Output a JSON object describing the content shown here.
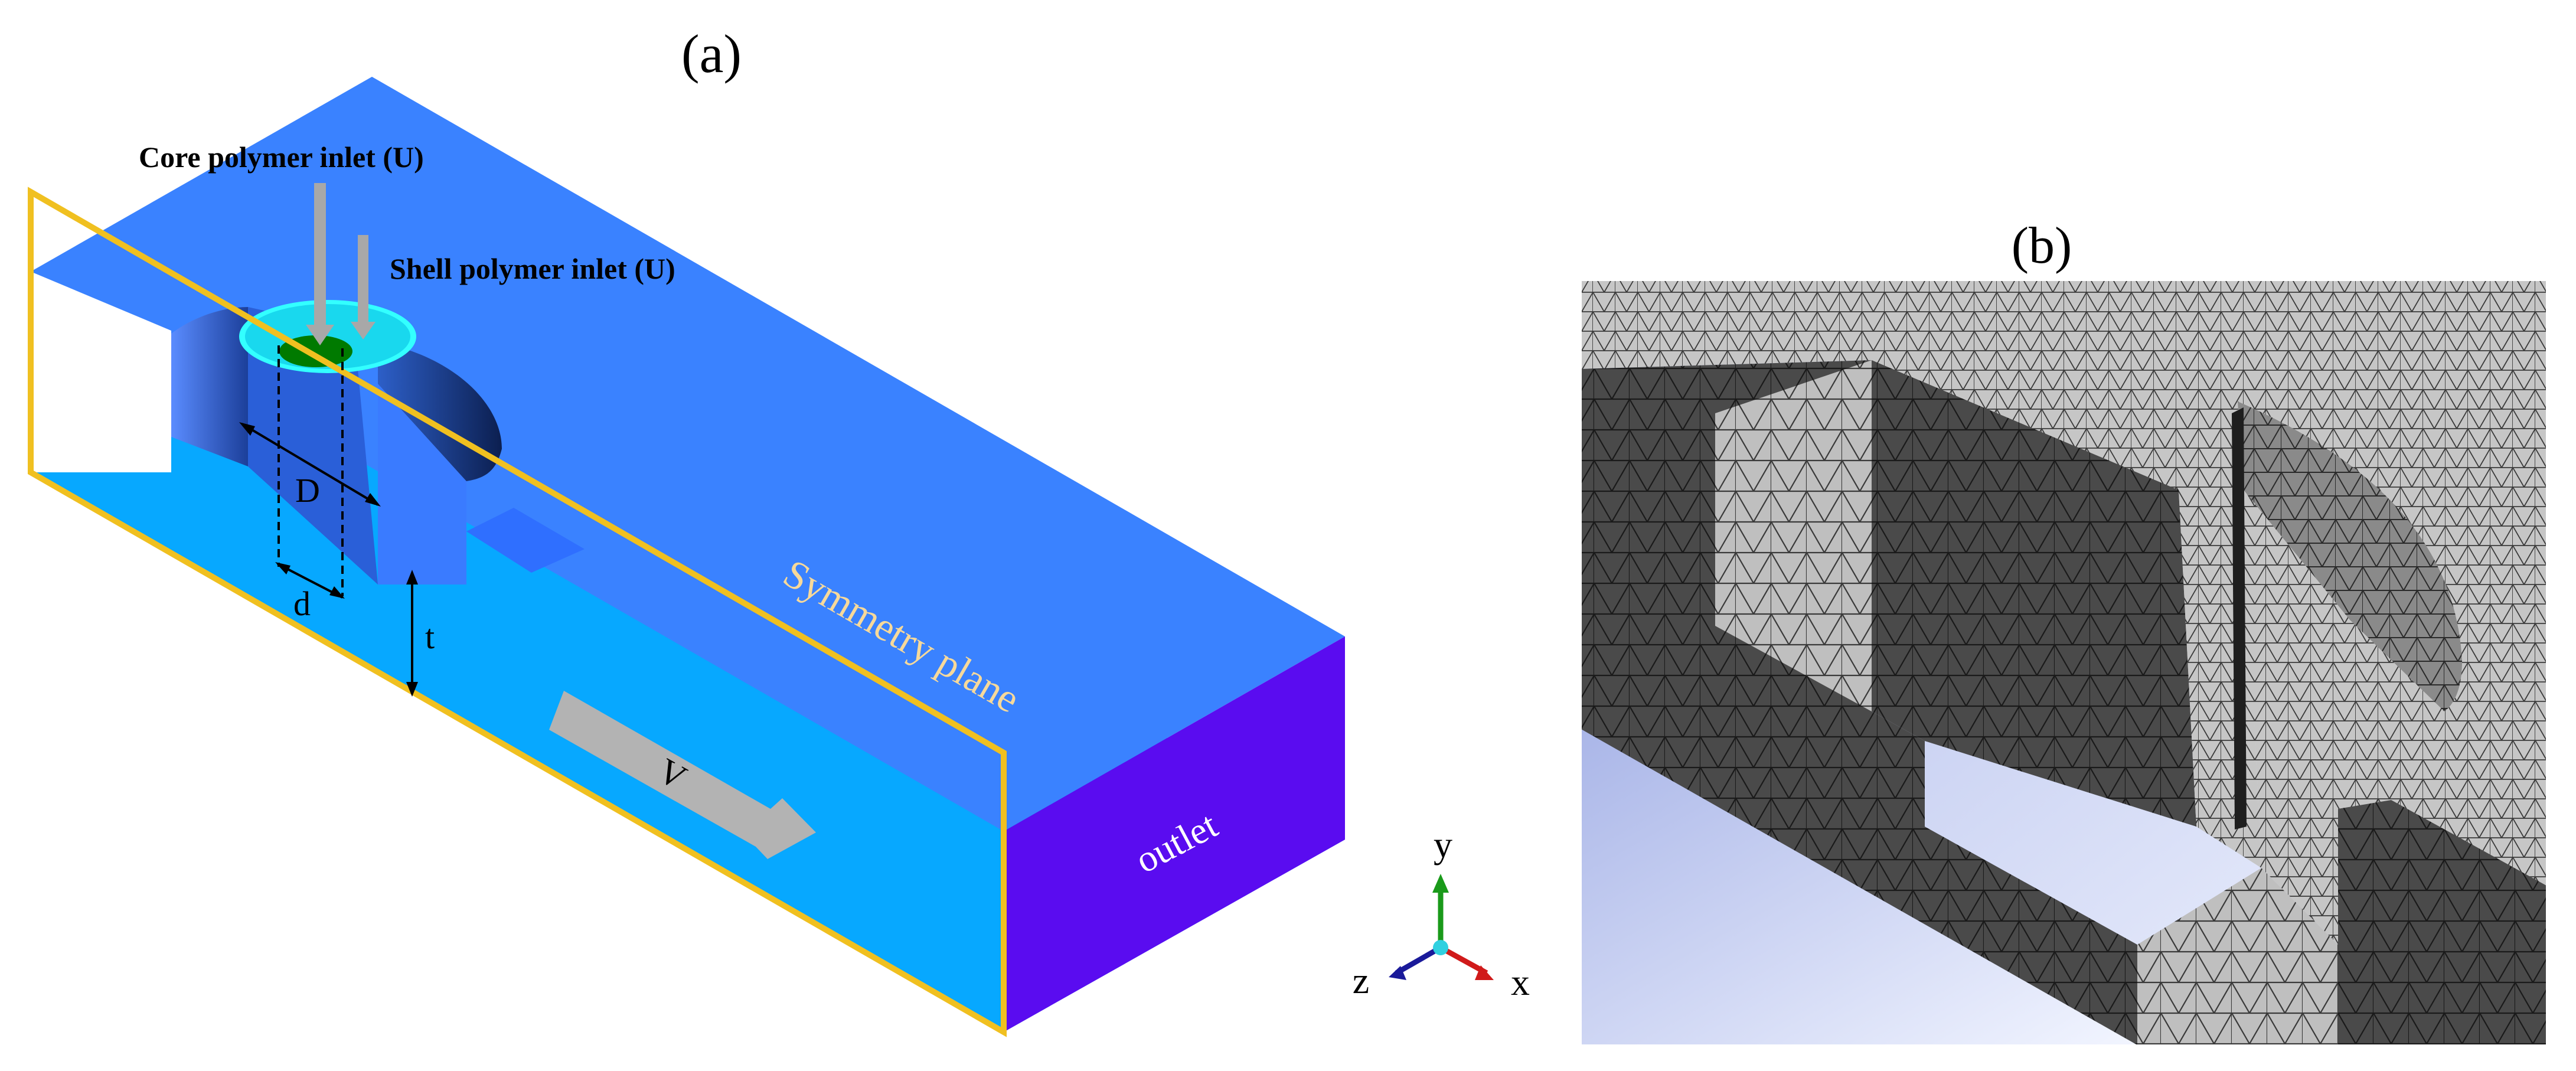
{
  "panel_a": {
    "label": "(a)",
    "core_inlet_label": "Core polymer inlet (U)",
    "shell_inlet_label": "Shell polymer inlet (U)",
    "dim_D": "D",
    "dim_d": "d",
    "dim_t": "t",
    "velocity_label": "V",
    "symmetry_label": "Symmetry plane",
    "outlet_label": "outlet",
    "colors": {
      "top_face": "#3a82ff",
      "bottom_face": "#07a8ff",
      "outlet_face": "#5a0cf0",
      "symmetry_frame": "#f0c020",
      "shell_inlet": "#33ffff",
      "core_inlet": "#007a00",
      "arrow_gray": "#b3b3b3"
    }
  },
  "axes": {
    "x": "x",
    "y": "y",
    "z": "z"
  },
  "panel_b": {
    "label": "(b)",
    "colors": {
      "mesh_light": "#bdbdbd",
      "mesh_dark": "#4a4a4a",
      "background_blue": "#c3cdf0"
    }
  }
}
